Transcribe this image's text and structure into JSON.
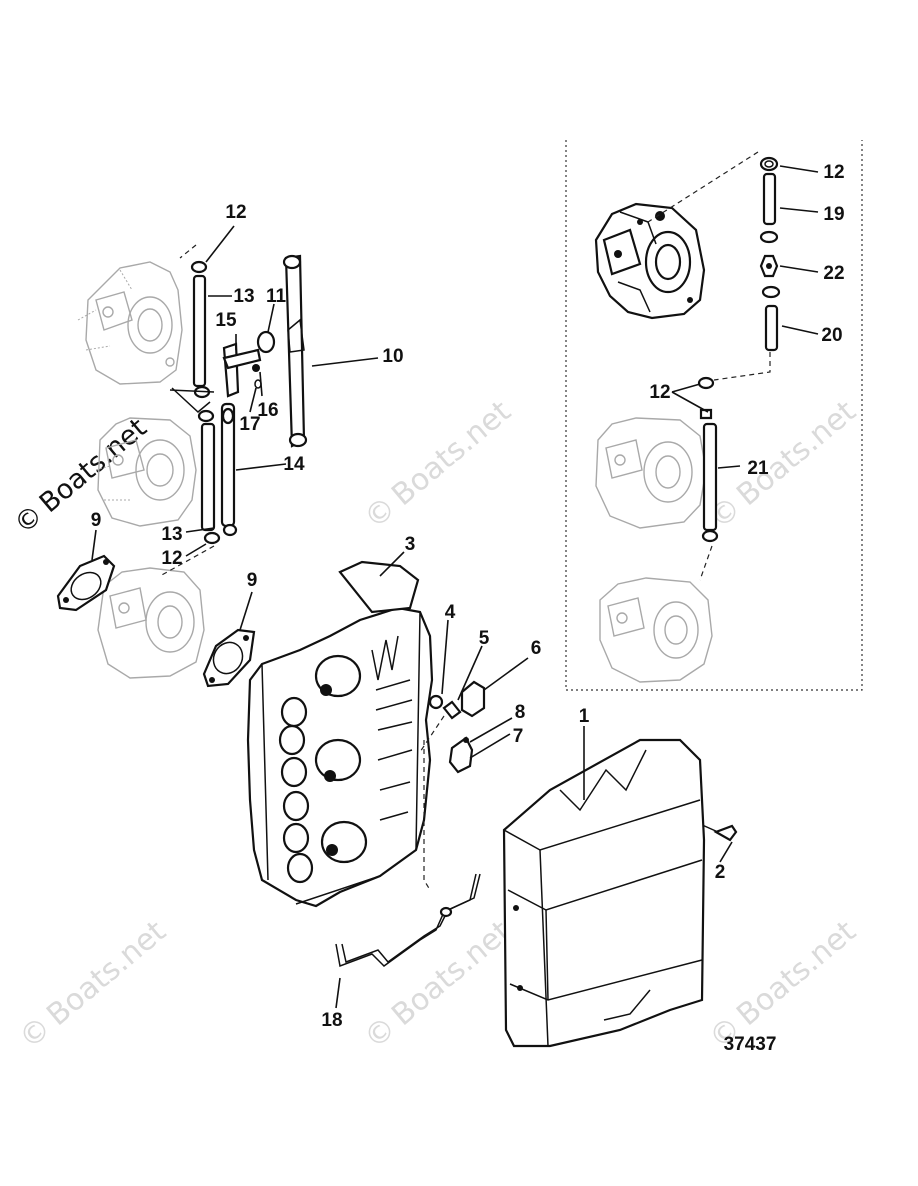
{
  "diagram": {
    "id_number": "37437",
    "callouts": [
      {
        "key": "c1",
        "text": "1"
      },
      {
        "key": "c2",
        "text": "2"
      },
      {
        "key": "c3",
        "text": "3"
      },
      {
        "key": "c4",
        "text": "4"
      },
      {
        "key": "c5",
        "text": "5"
      },
      {
        "key": "c6",
        "text": "6"
      },
      {
        "key": "c7",
        "text": "7"
      },
      {
        "key": "c8",
        "text": "8"
      },
      {
        "key": "c9a",
        "text": "9"
      },
      {
        "key": "c9b",
        "text": "9"
      },
      {
        "key": "c10",
        "text": "10"
      },
      {
        "key": "c11",
        "text": "11"
      },
      {
        "key": "c12a",
        "text": "12"
      },
      {
        "key": "c12b",
        "text": "12"
      },
      {
        "key": "c12c",
        "text": "12"
      },
      {
        "key": "c12d",
        "text": "12"
      },
      {
        "key": "c13a",
        "text": "13"
      },
      {
        "key": "c13b",
        "text": "13"
      },
      {
        "key": "c14",
        "text": "14"
      },
      {
        "key": "c15",
        "text": "15"
      },
      {
        "key": "c16",
        "text": "16"
      },
      {
        "key": "c17",
        "text": "17"
      },
      {
        "key": "c18",
        "text": "18"
      },
      {
        "key": "c19",
        "text": "19"
      },
      {
        "key": "c20",
        "text": "20"
      },
      {
        "key": "c21",
        "text": "21"
      },
      {
        "key": "c22",
        "text": "22"
      }
    ]
  },
  "watermark": {
    "text": "Boats.net",
    "copyright_symbol": "©"
  }
}
